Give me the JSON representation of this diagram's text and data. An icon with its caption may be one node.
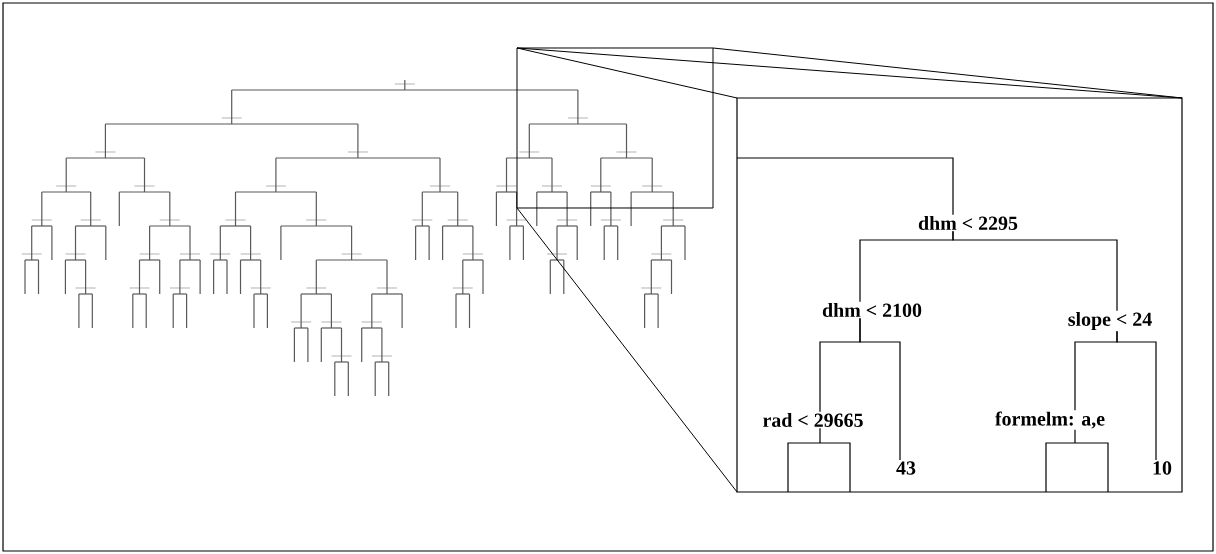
{
  "diagram": {
    "nodes": [
      {
        "text": [
          "dhm < 2295"
        ]
      },
      {
        "text": [
          "dhm < 2100"
        ]
      },
      {
        "text": [
          "slope < 24"
        ]
      },
      {
        "text": [
          "rad < 29665"
        ]
      },
      {
        "text": [
          "43"
        ]
      },
      {
        "text": [
          "formelm: a,e"
        ]
      },
      {
        "text": [
          "10"
        ]
      }
    ],
    "edges": [
      {
        "from": 0,
        "to": 1,
        "arrow": "none"
      },
      {
        "from": 0,
        "to": 2,
        "arrow": "none"
      },
      {
        "from": 1,
        "to": 3,
        "arrow": "none"
      },
      {
        "from": 1,
        "to": 4,
        "arrow": "none"
      },
      {
        "from": 2,
        "to": 5,
        "arrow": "none"
      },
      {
        "from": 2,
        "to": 6,
        "arrow": "none"
      }
    ]
  }
}
